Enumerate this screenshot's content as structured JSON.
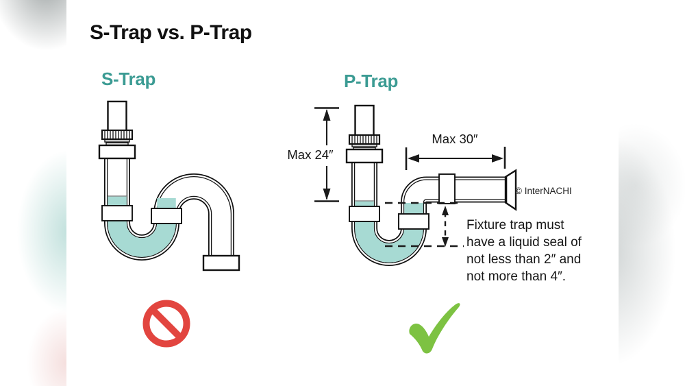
{
  "title": "S-Trap vs. P-Trap",
  "credit": "© InterNACHI",
  "colors": {
    "heading_teal": "#3B9B93",
    "water": "#A7DAD3",
    "pipe_ink": "#111111",
    "prohibited_red": "#E2453F",
    "check_green": "#7DC242"
  },
  "s_trap": {
    "label": "S-Trap",
    "verdict_icon": "prohibited-icon"
  },
  "p_trap": {
    "label": "P-Trap",
    "verdict_icon": "check-icon",
    "dimensions": {
      "vertical": "Max 24″",
      "horizontal": "Max 30″"
    },
    "note": {
      "line1": "Fixture trap must",
      "line2": "have a liquid seal of",
      "line3": "not less than 2″ and",
      "line4": "not more than 4″."
    }
  }
}
